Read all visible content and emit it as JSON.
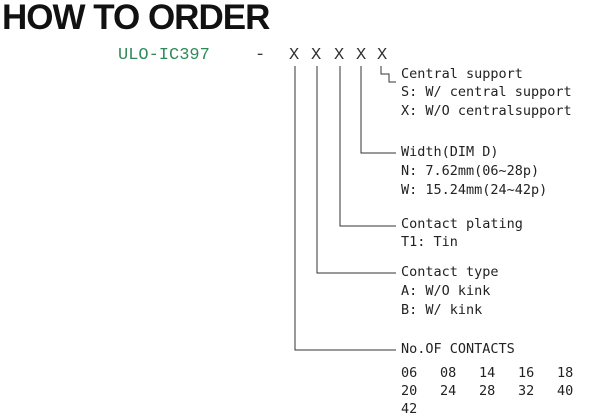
{
  "title": "HOW TO ORDER",
  "part_number": "ULO-IC397",
  "separator": "-",
  "code_chars": [
    "X",
    "X",
    "X",
    "X",
    "X"
  ],
  "options": [
    {
      "heading": "Central support",
      "lines": [
        "S: W/ central support",
        "X: W/O centralsupport"
      ]
    },
    {
      "heading": "Width(DIM D)",
      "lines": [
        "N: 7.62mm(06~28p)",
        "W: 15.24mm(24~42p)"
      ]
    },
    {
      "heading": "Contact plating",
      "lines": [
        "T1: Tin"
      ]
    },
    {
      "heading": "Contact type",
      "lines": [
        "A: W/O kink",
        "B: W/ kink"
      ]
    },
    {
      "heading": "No.OF CONTACTS",
      "values": [
        "06",
        "08",
        "14",
        "16",
        "18",
        "20",
        "24",
        "28",
        "32",
        "40",
        "42"
      ]
    }
  ]
}
